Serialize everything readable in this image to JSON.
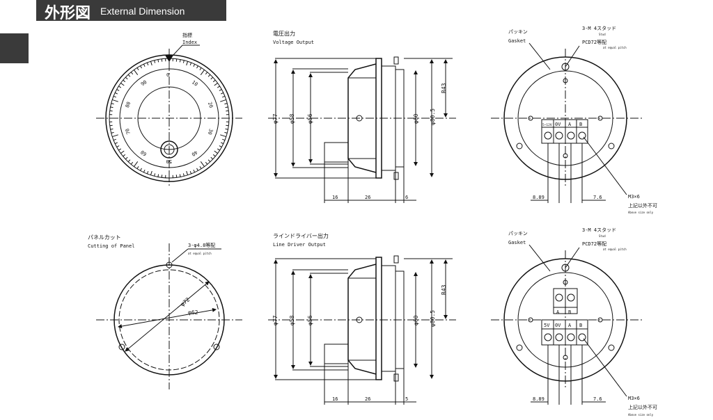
{
  "header": {
    "title_jp": "外形図",
    "title_en": "External Dimension"
  },
  "front": {
    "index_jp": "指標",
    "index_en": "Index",
    "scale": [
      "0",
      "10",
      "20",
      "30",
      "40",
      "50",
      "60",
      "70",
      "80",
      "90"
    ]
  },
  "side_top": {
    "title_jp": "電圧出力",
    "title_en": "Voltage Output"
  },
  "side_bottom": {
    "title_jp": "ラインドライバー出力",
    "title_en": "Line Driver Output"
  },
  "dims": {
    "d77": "φ77",
    "d58": "φ58",
    "d56": "φ56",
    "d60": "φ60",
    "d805": "φ80.5",
    "r43": "R43",
    "w16": "16",
    "w26": "26",
    "w5": "5",
    "w6": "6",
    "w889": "8.89",
    "w76": "7.6"
  },
  "rear": {
    "gasket_jp": "パッキン",
    "gasket_en": "Gasket",
    "stud_jp": "3-M 4スタッド",
    "stud_en": "Stud",
    "pcd": "PCD72等配",
    "pcd_en": "at equal pitch",
    "terminals_top": [
      "5~12V",
      "0V",
      "A",
      "B"
    ],
    "terminals_bottom": [
      "5V",
      "0V",
      "A",
      "B"
    ],
    "ab": [
      "A",
      "B"
    ],
    "screw": "M3×6",
    "screw_jp": "上記以外不可",
    "screw_en": "Above size only"
  },
  "panel": {
    "title_jp": "パネルカット",
    "title_en": "Cutting of Panel",
    "holes": "3-φ4.8等配",
    "holes_en": "at equal pitch",
    "d72": "φ72",
    "d62": "φ62"
  }
}
